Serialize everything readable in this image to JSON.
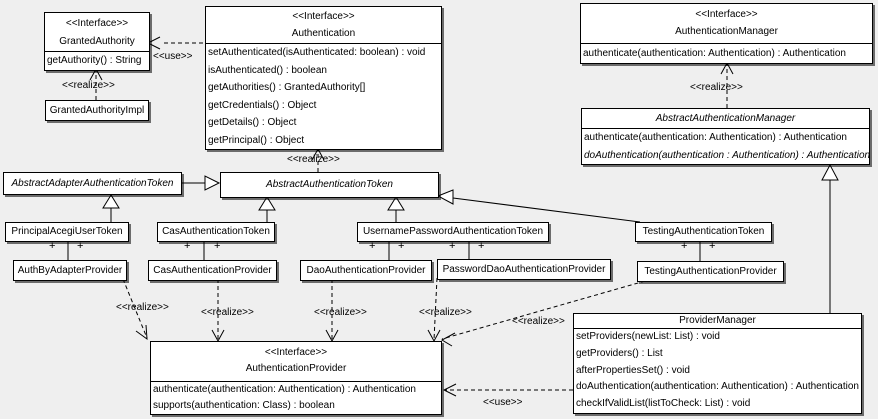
{
  "colors": {
    "background": "#efefef",
    "box_fill": "#ffffff",
    "line": "#000000"
  },
  "labels": {
    "use": "<<use>>",
    "realize": "<<realize>>",
    "plus": "+",
    "interface_stereotype": "<<Interface>>"
  },
  "classes": {
    "granted_authority": {
      "stereotype": "<<Interface>>",
      "name": "GrantedAuthority",
      "methods": [
        "getAuthority() : String"
      ]
    },
    "granted_authority_impl": {
      "name": "GrantedAuthorityImpl"
    },
    "authentication": {
      "stereotype": "<<Interface>>",
      "name": "Authentication",
      "methods": [
        "setAuthenticated(isAuthenticated: boolean) : void",
        "isAuthenticated() : boolean",
        "getAuthorities() : GrantedAuthority[]",
        "getCredentials() : Object",
        "getDetails() : Object",
        "getPrincipal() : Object"
      ]
    },
    "authentication_manager": {
      "stereotype": "<<Interface>>",
      "name": "AuthenticationManager",
      "methods": [
        "authenticate(authentication: Authentication) : Authentication"
      ]
    },
    "abstract_authentication_manager": {
      "name": "AbstractAuthenticationManager",
      "methods": [
        "authenticate(authentication: Authentication) : Authentication",
        "doAuthentication(authentication : Authentication) : Authentication"
      ]
    },
    "abstract_adapter_authentication_token": {
      "name": "AbstractAdapterAuthenticationToken"
    },
    "abstract_authentication_token": {
      "name": "AbstractAuthenticationToken"
    },
    "principal_acegi_user_token": {
      "name": "PrincipalAcegiUserToken"
    },
    "cas_authentication_token": {
      "name": "CasAuthenticationToken"
    },
    "username_password_authentication_token": {
      "name": "UsernamePasswordAuthenticationToken"
    },
    "testing_authentication_token": {
      "name": "TestingAuthenticationToken"
    },
    "auth_by_adapter_provider": {
      "name": "AuthByAdapterProvider"
    },
    "cas_authentication_provider": {
      "name": "CasAuthenticationProvider"
    },
    "dao_authentication_provider": {
      "name": "DaoAuthenticationProvider"
    },
    "password_dao_authentication_provider": {
      "name": "PasswordDaoAuthenticationProvider"
    },
    "testing_authentication_provider": {
      "name": "TestingAuthenticationProvider"
    },
    "authentication_provider": {
      "stereotype": "<<Interface>>",
      "name": "AuthenticationProvider",
      "methods": [
        "authenticate(authentication: Authentication) : Authentication",
        "supports(authentication: Class) : boolean"
      ]
    },
    "provider_manager": {
      "name": "ProviderManager",
      "methods": [
        "setProviders(newList: List) : void",
        "getProviders() : List",
        "afterPropertiesSet() : void",
        "doAuthentication(authentication: Authentication) : Authentication",
        "checkIfValidList(listToCheck: List) : void"
      ]
    }
  }
}
